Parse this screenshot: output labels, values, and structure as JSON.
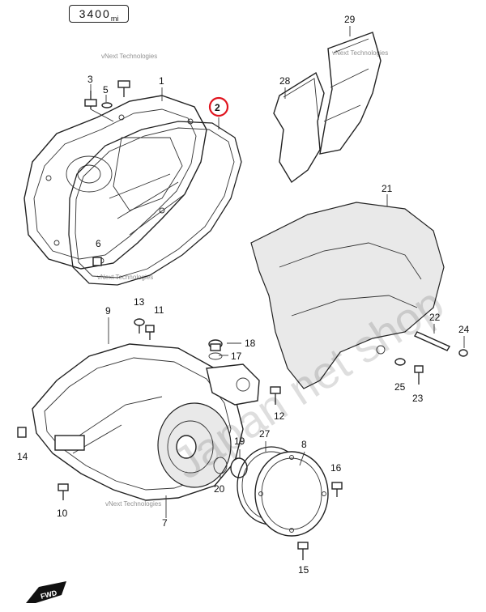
{
  "model_code": "3400",
  "model_suffix": "mi",
  "watermark": "Japan net shop",
  "brand_marks": [
    "vNext Technologies",
    "vNext Technologies",
    "vNext Technologies",
    "vNext Technologies"
  ],
  "fwd_label": "FWD",
  "highlighted_part": "2",
  "highlight_color": "#e0141e",
  "parts": {
    "p1": "1",
    "p2": "2",
    "p3": "3",
    "p5": "5",
    "p6": "6",
    "p7": "7",
    "p8": "8",
    "p9": "9",
    "p10": "10",
    "p11": "11",
    "p12": "12",
    "p13": "13",
    "p14": "14",
    "p15": "15",
    "p16": "16",
    "p17": "17",
    "p18": "18",
    "p19": "19",
    "p20": "20",
    "p21": "21",
    "p22": "22",
    "p23": "23",
    "p24": "24",
    "p25": "25",
    "p27": "27",
    "p28": "28",
    "p29": "29"
  }
}
